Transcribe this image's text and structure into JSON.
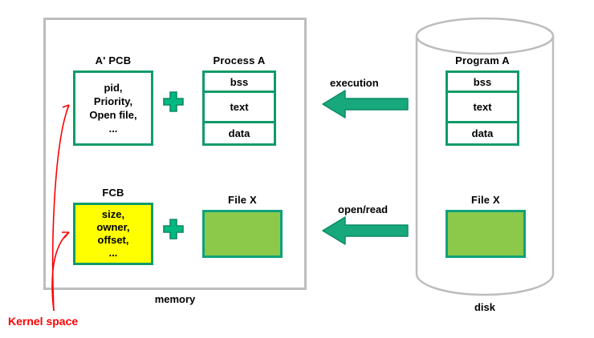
{
  "diagram": {
    "containers": {
      "memory": {
        "label": "memory"
      },
      "disk": {
        "label": "disk"
      }
    },
    "memory_side": {
      "pcb": {
        "caption": "A'  PCB",
        "lines": [
          "pid,",
          "Priority,",
          "Open file,",
          "..."
        ],
        "fill": "#ffffff",
        "border": "#109B68"
      },
      "process": {
        "caption": "Process A",
        "segments": [
          "bss",
          "text",
          "data"
        ],
        "border": "#109B68"
      },
      "fcb": {
        "caption": "FCB",
        "lines": [
          "size,",
          "owner,",
          "offset,",
          "..."
        ],
        "fill": "#ffff00",
        "border": "#109B68"
      },
      "file": {
        "caption": "File X",
        "fill": "#8CC94B",
        "border": "#0FA17C"
      },
      "plus_top": "+",
      "plus_bottom": "+"
    },
    "disk_side": {
      "program": {
        "caption": "Program A",
        "segments": [
          "bss",
          "text",
          "data"
        ],
        "border": "#109B68"
      },
      "file": {
        "caption": "File X",
        "fill": "#8CC94B",
        "border": "#0FA17C"
      }
    },
    "arrows": [
      {
        "label": "execution",
        "direction": "left",
        "color": "#17A87B"
      },
      {
        "label": "open/read",
        "direction": "left",
        "color": "#17A87B"
      }
    ],
    "annotation": {
      "label": "Kernel space",
      "color": "#ff0000",
      "targets": [
        "pcb",
        "fcb"
      ]
    }
  }
}
